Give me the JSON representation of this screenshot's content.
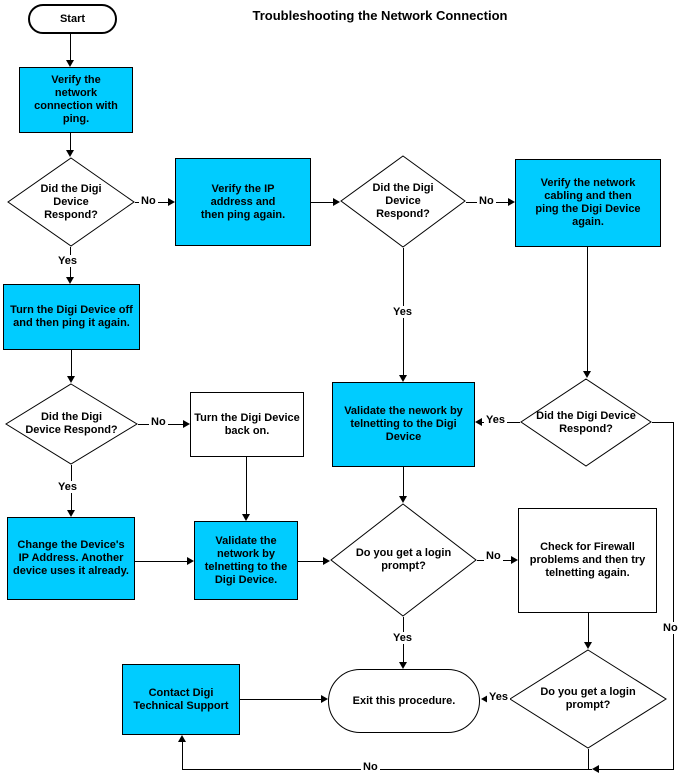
{
  "title": "Troubleshooting the Network Connection",
  "colors": {
    "process_fill": "#00ccff",
    "line": "#000000",
    "background": "#ffffff"
  },
  "nodes": {
    "start": "Start",
    "verify_ping": "Verify the network connection with ping.",
    "did_respond_1": "Did the Digi Device Respond?",
    "verify_ip": "Verify the IP address and then ping again.",
    "did_respond_2": "Did the Digi Device Respond?",
    "verify_cabling": "Verify the network cabling and then ping the Digi Device again.",
    "turn_off": "Turn the Digi Device off and then ping it again.",
    "did_respond_3": "Did the Digi Device Respond?",
    "turn_back_on": "Turn the Digi Device back on.",
    "validate_telnet_main": "Validate the nework by telnetting to the Digi Device",
    "did_respond_4": "Did the Digi Device Respond?",
    "change_ip": "Change the Device's IP Address. Another device uses it already.",
    "validate_telnet_2": "Validate the network by telnetting to the Digi Device.",
    "login_prompt_1": "Do you get a login prompt?",
    "check_firewall": "Check for Firewall problems and then try telnetting again.",
    "contact_support": "Contact Digi Technical Support",
    "exit_procedure": "Exit this procedure.",
    "login_prompt_2": "Do you get a login prompt?"
  },
  "edges": [
    {
      "from": "start",
      "to": "verify_ping",
      "label": ""
    },
    {
      "from": "verify_ping",
      "to": "did_respond_1",
      "label": ""
    },
    {
      "from": "did_respond_1",
      "to": "verify_ip",
      "label": "No"
    },
    {
      "from": "did_respond_1",
      "to": "turn_off",
      "label": "Yes"
    },
    {
      "from": "verify_ip",
      "to": "did_respond_2",
      "label": ""
    },
    {
      "from": "did_respond_2",
      "to": "verify_cabling",
      "label": "No"
    },
    {
      "from": "did_respond_2",
      "to": "validate_telnet_main",
      "label": "Yes"
    },
    {
      "from": "verify_cabling",
      "to": "did_respond_4",
      "label": ""
    },
    {
      "from": "turn_off",
      "to": "did_respond_3",
      "label": ""
    },
    {
      "from": "did_respond_3",
      "to": "turn_back_on",
      "label": "No"
    },
    {
      "from": "did_respond_3",
      "to": "change_ip",
      "label": "Yes"
    },
    {
      "from": "turn_back_on",
      "to": "validate_telnet_2",
      "label": ""
    },
    {
      "from": "did_respond_4",
      "to": "validate_telnet_main",
      "label": "Yes"
    },
    {
      "from": "did_respond_4",
      "to": "contact_support",
      "label": "No"
    },
    {
      "from": "validate_telnet_main",
      "to": "login_prompt_1",
      "label": ""
    },
    {
      "from": "change_ip",
      "to": "validate_telnet_2",
      "label": ""
    },
    {
      "from": "validate_telnet_2",
      "to": "login_prompt_1",
      "label": ""
    },
    {
      "from": "login_prompt_1",
      "to": "check_firewall",
      "label": "No"
    },
    {
      "from": "login_prompt_1",
      "to": "exit_procedure",
      "label": "Yes"
    },
    {
      "from": "check_firewall",
      "to": "login_prompt_2",
      "label": ""
    },
    {
      "from": "login_prompt_2",
      "to": "exit_procedure",
      "label": "Yes"
    },
    {
      "from": "login_prompt_2",
      "to": "contact_support",
      "label": "No"
    },
    {
      "from": "contact_support",
      "to": "exit_procedure",
      "label": ""
    }
  ]
}
